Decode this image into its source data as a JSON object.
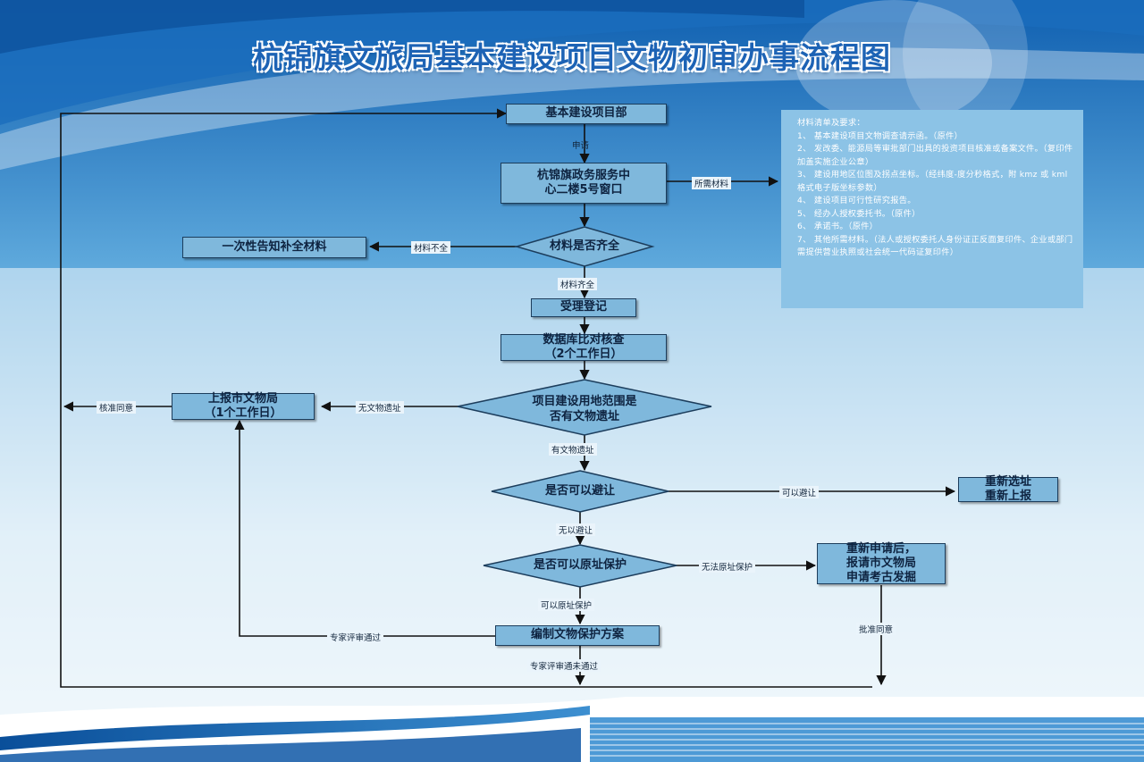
{
  "title": "杭锦旗文旅局基本建设项目文物初审办事流程图",
  "nodes": {
    "start": "基本建设项目部",
    "window": "杭锦旗政务服务中\n心二楼5号窗口",
    "check_materials": "材料是否齐全",
    "notify_supplement": "一次性告知补全材料",
    "accept": "受理登记",
    "db_check": "数据库比对核查\n（2个工作日）",
    "site_check": "项目建设用地范围是\n否有文物遗址",
    "report_city": "上报市文物局\n（1个工作日）",
    "can_avoid": "是否可以避让",
    "reselect": "重新选址\n重新上报",
    "can_protect": "是否可以原址保护",
    "reapply": "重新申请后，\n报请市文物局\n申请考古发掘",
    "protect_plan": "编制文物保护方案"
  },
  "edges": {
    "apply": "申请",
    "required_materials": "所需材料",
    "incomplete": "材料不全",
    "complete": "材料齐全",
    "no_relic": "无文物遗址",
    "approved": "核准同意",
    "has_relic": "有文物遗址",
    "can_avoid": "可以避让",
    "cannot_avoid": "无以避让",
    "cannot_protect": "无法原址保护",
    "can_protect": "可以原址保护",
    "expert_pass": "专家评审通过",
    "expert_fail": "专家评审通未通过",
    "approval_agree": "批准同意"
  },
  "materials": {
    "heading": "材料清单及要求：",
    "items": [
      "1、 基本建设项目文物调查请示函。（原件）",
      "2、 发改委、能源局等审批部门出具的投资项目核准或备案文件。（复印件加盖实施企业公章）",
      "3、 建设用地区位图及拐点坐标。（经纬度-度分秒格式，附 kmz 或 kml 格式电子版坐标参数）",
      "4、 建设项目可行性研究报告。",
      "5、 经办人授权委托书。（原件）",
      "6、 承诺书。（原件）",
      "7、 其他所需材料。（法人或授权委托人身份证正反面复印件、企业或部门需提供营业执照或社会统一代码证复印件）"
    ]
  },
  "colors": {
    "box_fill": "#7fb8dc",
    "materials_fill": "#8cc3e6",
    "line": "#111111",
    "title": "#1d63b5"
  }
}
